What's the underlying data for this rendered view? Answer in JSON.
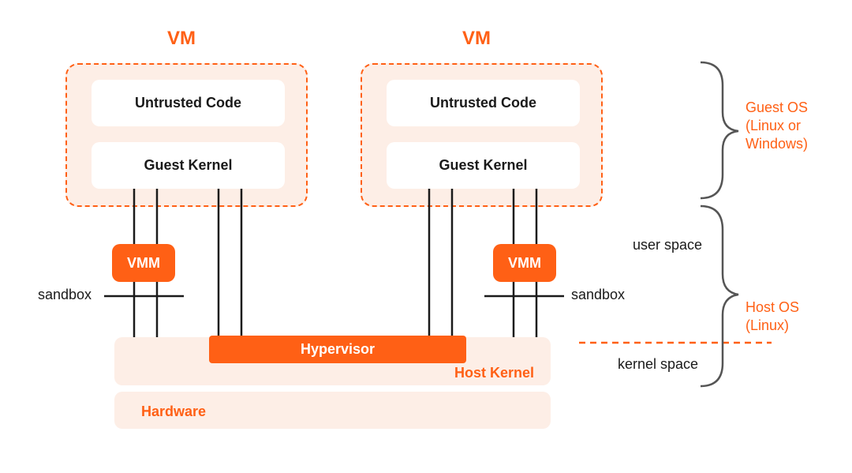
{
  "vms": [
    {
      "title": "VM",
      "untrusted": "Untrusted Code",
      "kernel": "Guest Kernel"
    },
    {
      "title": "VM",
      "untrusted": "Untrusted Code",
      "kernel": "Guest Kernel"
    }
  ],
  "vmm_left": "VMM",
  "vmm_right": "VMM",
  "sandbox_left": "sandbox",
  "sandbox_right": "sandbox",
  "hypervisor": "Hypervisor",
  "host_kernel": "Host Kernel",
  "hardware": "Hardware",
  "guest_os": [
    "Guest OS",
    "(Linux or",
    "Windows)"
  ],
  "user_space": "user space",
  "kernel_space": "kernel space",
  "host_os": [
    "Host OS",
    "(Linux)"
  ],
  "colors": {
    "accent": "#ff6015",
    "tint": "#fdeee6",
    "line": "#1a1a1a",
    "brace": "#555555"
  }
}
